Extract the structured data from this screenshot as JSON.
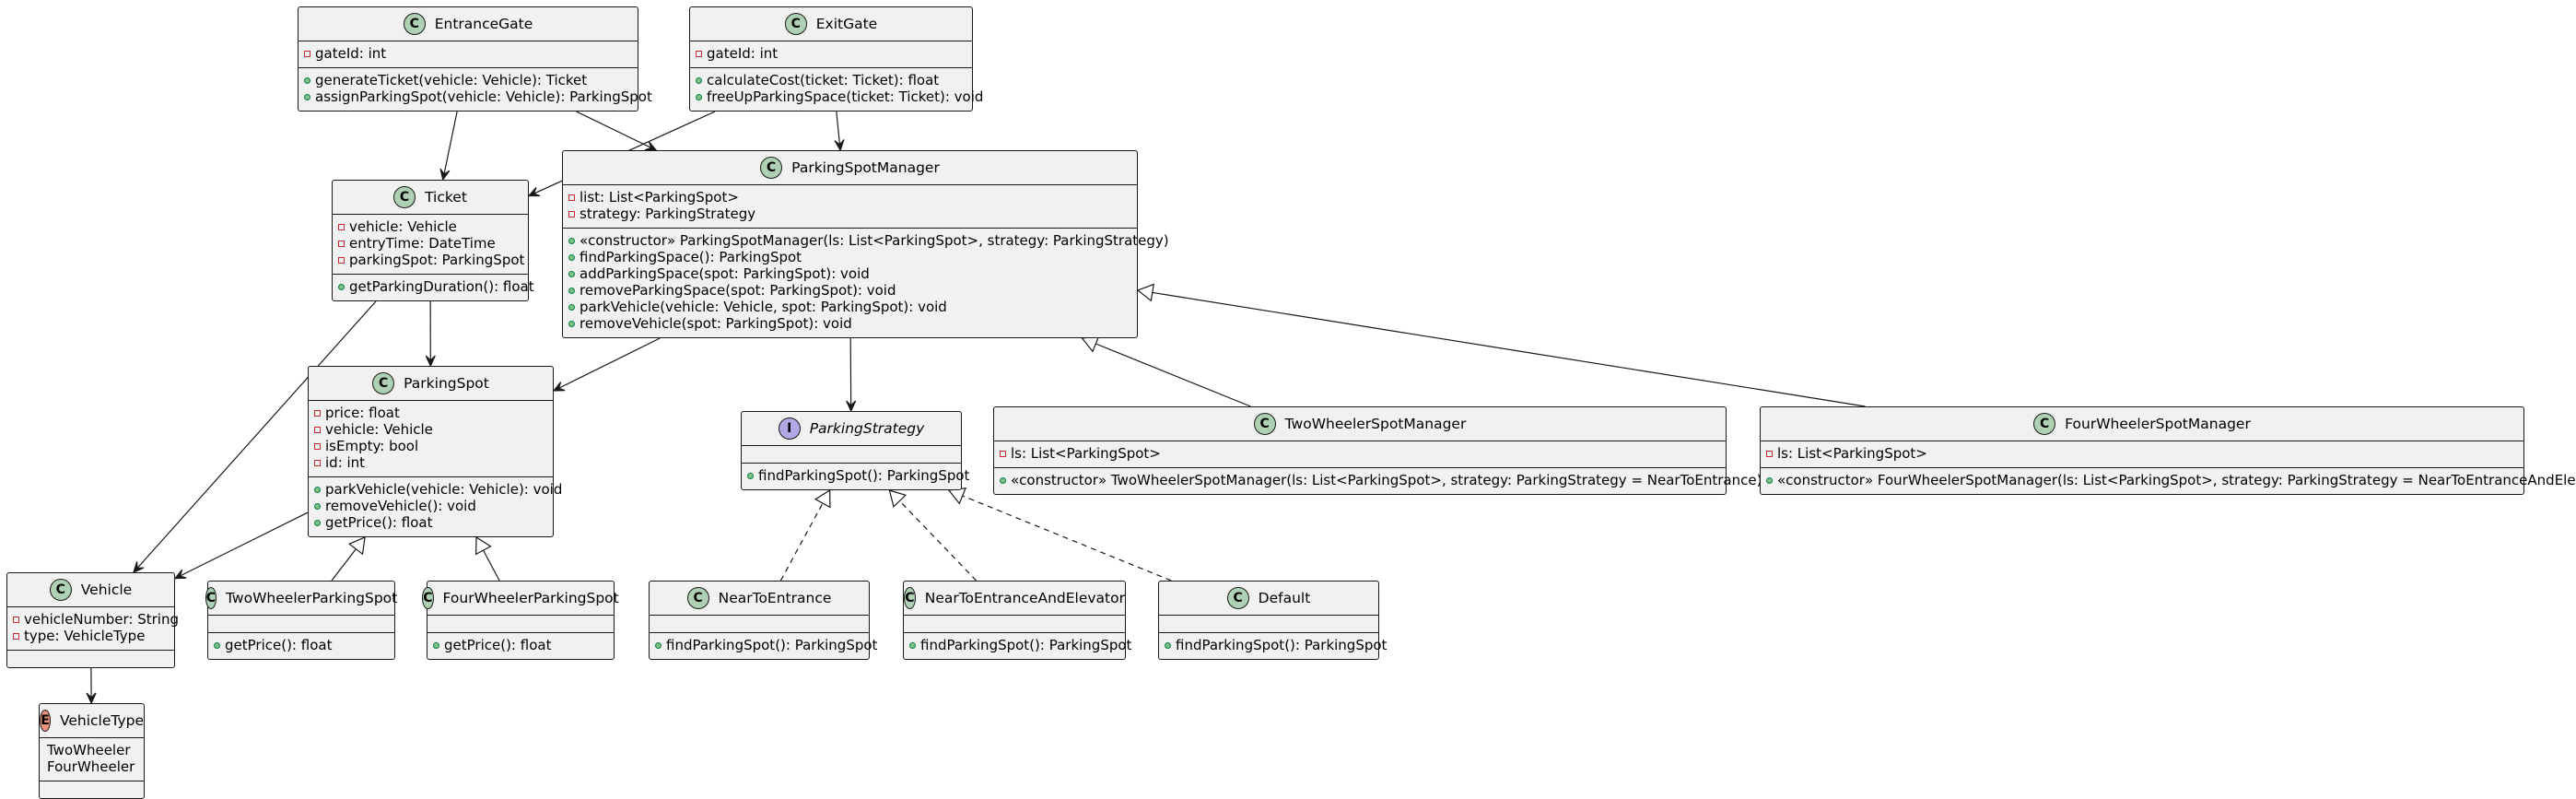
{
  "diagram": {
    "classes": [
      {
        "id": "EntranceGate",
        "kind": "class",
        "name": "EntranceGate",
        "fields": [
          {
            "vis": "private",
            "text": "gateId: int"
          }
        ],
        "methods": [
          {
            "vis": "public",
            "text": "generateTicket(vehicle: Vehicle): Ticket"
          },
          {
            "vis": "public",
            "text": "assignParkingSpot(vehicle: Vehicle): ParkingSpot"
          }
        ]
      },
      {
        "id": "ExitGate",
        "kind": "class",
        "name": "ExitGate",
        "fields": [
          {
            "vis": "private",
            "text": "gateId: int"
          }
        ],
        "methods": [
          {
            "vis": "public",
            "text": "calculateCost(ticket: Ticket): float"
          },
          {
            "vis": "public",
            "text": "freeUpParkingSpace(ticket: Ticket): void"
          }
        ]
      },
      {
        "id": "Ticket",
        "kind": "class",
        "name": "Ticket",
        "fields": [
          {
            "vis": "private",
            "text": "vehicle: Vehicle"
          },
          {
            "vis": "private",
            "text": "entryTime: DateTime"
          },
          {
            "vis": "private",
            "text": "parkingSpot: ParkingSpot"
          }
        ],
        "methods": [
          {
            "vis": "public",
            "text": "getParkingDuration(): float"
          }
        ]
      },
      {
        "id": "ParkingSpotManager",
        "kind": "class",
        "name": "ParkingSpotManager",
        "fields": [
          {
            "vis": "private",
            "text": "list: List<ParkingSpot>"
          },
          {
            "vis": "private",
            "text": "strategy: ParkingStrategy"
          }
        ],
        "methods": [
          {
            "vis": "public",
            "text": "«constructor» ParkingSpotManager(ls: List<ParkingSpot>, strategy: ParkingStrategy)"
          },
          {
            "vis": "public",
            "text": "findParkingSpace(): ParkingSpot"
          },
          {
            "vis": "public",
            "text": "addParkingSpace(spot: ParkingSpot): void"
          },
          {
            "vis": "public",
            "text": "removeParkingSpace(spot: ParkingSpot): void"
          },
          {
            "vis": "public",
            "text": "parkVehicle(vehicle: Vehicle, spot: ParkingSpot): void"
          },
          {
            "vis": "public",
            "text": "removeVehicle(spot: ParkingSpot): void"
          }
        ]
      },
      {
        "id": "ParkingSpot",
        "kind": "class",
        "name": "ParkingSpot",
        "fields": [
          {
            "vis": "private",
            "text": "price: float"
          },
          {
            "vis": "private",
            "text": "vehicle: Vehicle"
          },
          {
            "vis": "private",
            "text": "isEmpty: bool"
          },
          {
            "vis": "private",
            "text": "id: int"
          }
        ],
        "methods": [
          {
            "vis": "public",
            "text": "parkVehicle(vehicle: Vehicle): void"
          },
          {
            "vis": "public",
            "text": "removeVehicle(): void"
          },
          {
            "vis": "public",
            "text": "getPrice(): float"
          }
        ]
      },
      {
        "id": "ParkingStrategy",
        "kind": "interface",
        "name": "ParkingStrategy",
        "fields": [],
        "methods": [
          {
            "vis": "public",
            "text": "findParkingSpot(): ParkingSpot"
          }
        ]
      },
      {
        "id": "TwoWheelerSpotManager",
        "kind": "class",
        "name": "TwoWheelerSpotManager",
        "fields": [
          {
            "vis": "private",
            "text": "ls: List<ParkingSpot>"
          }
        ],
        "methods": [
          {
            "vis": "public",
            "text": "«constructor» TwoWheelerSpotManager(ls: List<ParkingSpot>, strategy: ParkingStrategy = NearToEntrance)"
          }
        ]
      },
      {
        "id": "FourWheelerSpotManager",
        "kind": "class",
        "name": "FourWheelerSpotManager",
        "fields": [
          {
            "vis": "private",
            "text": "ls: List<ParkingSpot>"
          }
        ],
        "methods": [
          {
            "vis": "public",
            "text": "«constructor» FourWheelerSpotManager(ls: List<ParkingSpot>, strategy: ParkingStrategy = NearToEntranceAndElevator)"
          }
        ]
      },
      {
        "id": "Vehicle",
        "kind": "class",
        "name": "Vehicle",
        "fields": [
          {
            "vis": "private",
            "text": "vehicleNumber: String"
          },
          {
            "vis": "private",
            "text": "type: VehicleType"
          }
        ],
        "methods": []
      },
      {
        "id": "TwoWheelerParkingSpot",
        "kind": "class",
        "name": "TwoWheelerParkingSpot",
        "fields": [],
        "methods": [
          {
            "vis": "public",
            "text": "getPrice(): float"
          }
        ]
      },
      {
        "id": "FourWheelerParkingSpot",
        "kind": "class",
        "name": "FourWheelerParkingSpot",
        "fields": [],
        "methods": [
          {
            "vis": "public",
            "text": "getPrice(): float"
          }
        ]
      },
      {
        "id": "NearToEntrance",
        "kind": "class",
        "name": "NearToEntrance",
        "fields": [],
        "methods": [
          {
            "vis": "public",
            "text": "findParkingSpot(): ParkingSpot"
          }
        ]
      },
      {
        "id": "NearToEntranceAndElevator",
        "kind": "class",
        "name": "NearToEntranceAndElevator",
        "fields": [],
        "methods": [
          {
            "vis": "public",
            "text": "findParkingSpot(): ParkingSpot"
          }
        ]
      },
      {
        "id": "Default",
        "kind": "class",
        "name": "Default",
        "fields": [],
        "methods": [
          {
            "vis": "public",
            "text": "findParkingSpot(): ParkingSpot"
          }
        ]
      },
      {
        "id": "VehicleType",
        "kind": "enum",
        "name": "VehicleType",
        "fields": [
          {
            "vis": "none",
            "text": "TwoWheeler"
          },
          {
            "vis": "none",
            "text": "FourWheeler"
          }
        ],
        "methods": []
      }
    ],
    "relations": [
      {
        "from": "EntranceGate",
        "to": "Ticket",
        "type": "association"
      },
      {
        "from": "EntranceGate",
        "to": "ParkingSpotManager",
        "type": "association"
      },
      {
        "from": "ExitGate",
        "to": "Ticket",
        "type": "association"
      },
      {
        "from": "ExitGate",
        "to": "ParkingSpotManager",
        "type": "association"
      },
      {
        "from": "Ticket",
        "to": "ParkingSpot",
        "type": "association"
      },
      {
        "from": "Ticket",
        "to": "Vehicle",
        "type": "association"
      },
      {
        "from": "ParkingSpotManager",
        "to": "ParkingSpot",
        "type": "association"
      },
      {
        "from": "ParkingSpotManager",
        "to": "ParkingStrategy",
        "type": "association"
      },
      {
        "from": "TwoWheelerSpotManager",
        "to": "ParkingSpotManager",
        "type": "inheritance"
      },
      {
        "from": "FourWheelerSpotManager",
        "to": "ParkingSpotManager",
        "type": "inheritance"
      },
      {
        "from": "ParkingSpot",
        "to": "Vehicle",
        "type": "association"
      },
      {
        "from": "TwoWheelerParkingSpot",
        "to": "ParkingSpot",
        "type": "inheritance"
      },
      {
        "from": "FourWheelerParkingSpot",
        "to": "ParkingSpot",
        "type": "inheritance"
      },
      {
        "from": "NearToEntrance",
        "to": "ParkingStrategy",
        "type": "realization"
      },
      {
        "from": "NearToEntranceAndElevator",
        "to": "ParkingStrategy",
        "type": "realization"
      },
      {
        "from": "Default",
        "to": "ParkingStrategy",
        "type": "realization"
      },
      {
        "from": "Vehicle",
        "to": "VehicleType",
        "type": "association"
      }
    ]
  },
  "badges": {
    "class": "C",
    "interface": "I",
    "enum": "E"
  },
  "colors": {
    "node_fill": "#f1f1f1",
    "border": "#181818",
    "class_badge": "#add1b2",
    "interface_badge": "#b4a7e5",
    "enum_badge": "#eb937f",
    "private_marker": "#c82930",
    "public_marker": "#84be84"
  }
}
